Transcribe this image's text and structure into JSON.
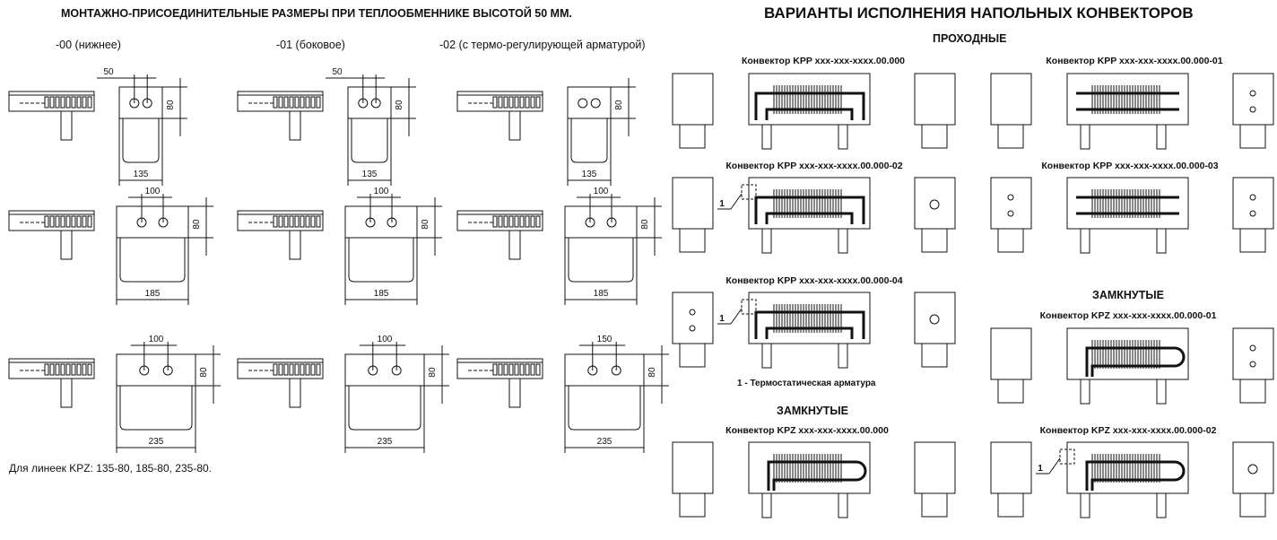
{
  "left": {
    "title": "МОНТАЖНО-ПРИСОЕДИНИТЕЛЬНЫЕ РАЗМЕРЫ ПРИ ТЕПЛООБМЕННИКЕ ВЫСОТОЙ 50 ММ.",
    "columns": [
      "-00 (нижнее)",
      "-01 (боковое)",
      "-02 (с термо-регулирующей арматурой)"
    ],
    "rows": [
      {
        "width": "135",
        "height": "80",
        "spacing": [
          "50",
          "50",
          ""
        ]
      },
      {
        "width": "185",
        "height": "80",
        "spacing": [
          "100",
          "100",
          "100"
        ]
      },
      {
        "width": "235",
        "height": "80",
        "spacing": [
          "100",
          "100",
          "150"
        ]
      }
    ],
    "note": "Для линеек KPZ: 135-80, 185-80, 235-80."
  },
  "right": {
    "title": "ВАРИАНТЫ ИСПОЛНЕНИЯ НАПОЛЬНЫХ КОНВЕКТОРОВ",
    "section_through": "ПРОХОДНЫЕ",
    "section_closed_1": "ЗАМКНУТЫЕ",
    "section_closed_2": "ЗАМКНУТЫЕ",
    "callout": "1",
    "legend": "1 - Термостатическая арматура",
    "variants": [
      {
        "label": "Конвектор KPP xxx-xxx-xxxx.00.000"
      },
      {
        "label": "Конвектор KPP xxx-xxx-xxxx.00.000-01"
      },
      {
        "label": "Конвектор KPP xxx-xxx-xxxx.00.000-02"
      },
      {
        "label": "Конвектор KPP xxx-xxx-xxxx.00.000-03"
      },
      {
        "label": "Конвектор KPP xxx-xxx-xxxx.00.000-04"
      },
      {
        "label": "Конвектор KPZ xxx-xxx-xxxx.00.000-01"
      },
      {
        "label": "Конвектор KPZ xxx-xxx-xxxx.00.000"
      },
      {
        "label": "Конвектор KPZ xxx-xxx-xxxx.00.000-02"
      }
    ]
  }
}
